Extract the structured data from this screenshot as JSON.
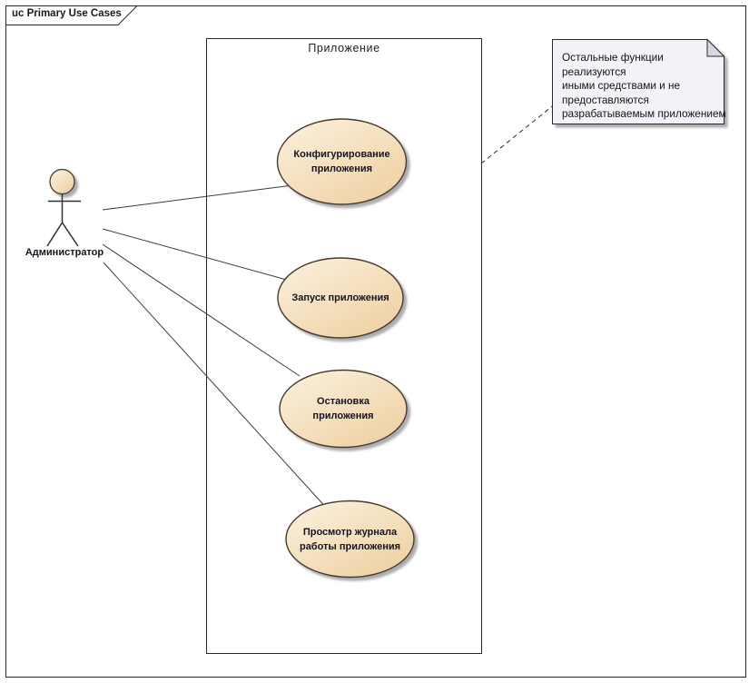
{
  "frame": {
    "label": "uc Primary Use Cases"
  },
  "boundary": {
    "label": "Приложение"
  },
  "actor": {
    "label": "Администратор"
  },
  "use_cases": [
    {
      "label": "Конфигурирование\nприложения"
    },
    {
      "label": "Запуск приложения"
    },
    {
      "label": "Остановка\nприложения"
    },
    {
      "label": "Просмотр журнала\nработы приложения"
    }
  ],
  "note": {
    "text": "Остальные функции реализуются\nиными средствами и не\nпредоставляются\nразрабатываемым приложением"
  },
  "colors": {
    "use_case_fill_top": "#FBF2DF",
    "use_case_fill_bottom": "#EFD0A2",
    "use_case_border": "#47392B",
    "note_fill": "#F4F1F9",
    "note_fold": "#DBD6E1",
    "line": "#3C3C3C",
    "frame_border": "#262626"
  }
}
